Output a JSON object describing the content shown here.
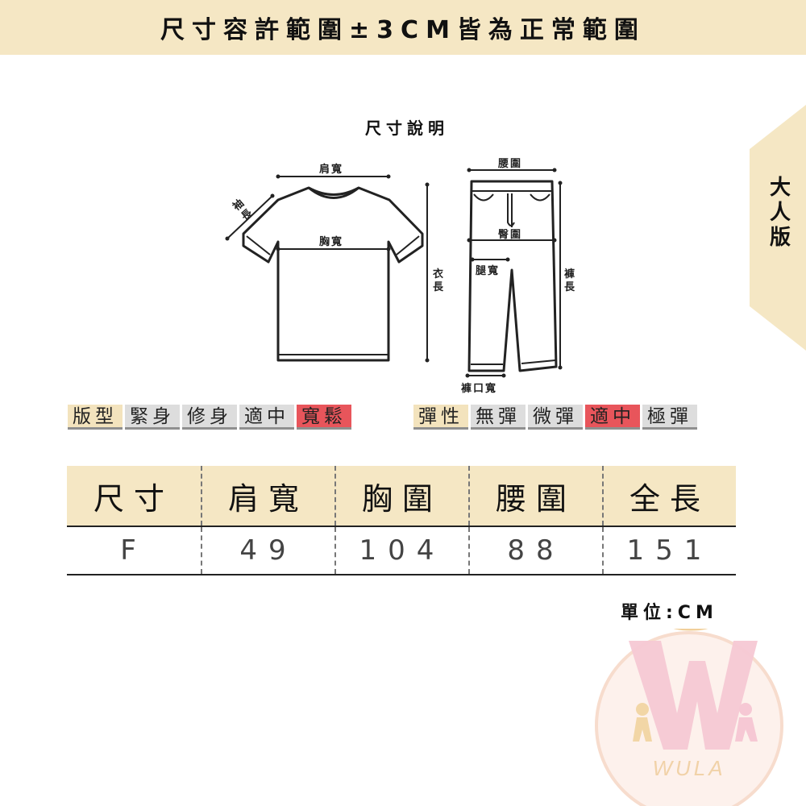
{
  "banner": {
    "text": "尺寸容許範圍±3CM皆為正常範圍"
  },
  "side_tab": {
    "label": "大人版"
  },
  "diagram": {
    "title": "尺寸說明",
    "shirt": {
      "shoulder": "肩寬",
      "sleeve": "袖長",
      "chest": "胸寬",
      "length": "衣長"
    },
    "pants": {
      "waist": "腰圍",
      "hip": "臀圍",
      "thigh": "腿寬",
      "length": "褲長",
      "hem": "褲口寬"
    }
  },
  "fit_rating": {
    "label": "版型",
    "options": [
      "緊身",
      "修身",
      "適中",
      "寬鬆"
    ],
    "selected": "寬鬆"
  },
  "stretch_rating": {
    "label": "彈性",
    "options": [
      "無彈",
      "微彈",
      "適中",
      "極彈"
    ],
    "selected": "適中"
  },
  "size_table": {
    "headers": [
      "尺寸",
      "肩寬",
      "胸圍",
      "腰圍",
      "全長"
    ],
    "rows": [
      [
        "F",
        "49",
        "104",
        "88",
        "151"
      ]
    ]
  },
  "unit": "單位:CM",
  "logo": {
    "text": "WULA"
  },
  "colors": {
    "banner_bg": "#f5e7c4",
    "selected": "#e8555b",
    "option_bg": "#dddddd",
    "accent_pink": "#f6c8d4"
  }
}
